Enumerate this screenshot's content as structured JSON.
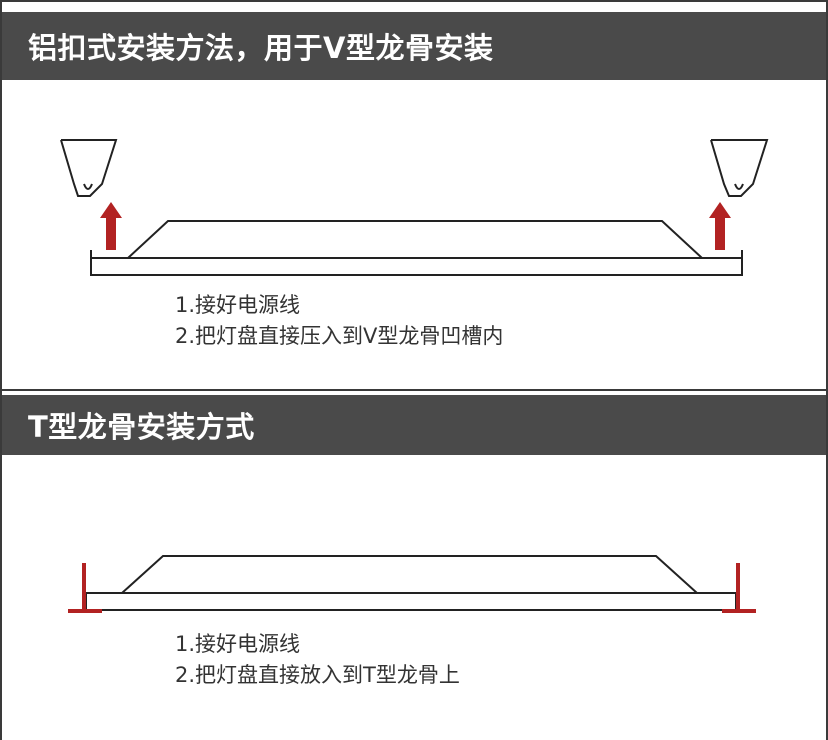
{
  "section_v": {
    "title": "铝扣式安装方法，用于V型龙骨安装",
    "steps": [
      "1.接好电源线",
      "2.把灯盘直接压入到V型龙骨凹槽内"
    ]
  },
  "section_t": {
    "title": "T型龙骨安装方式",
    "steps": [
      "1.接好电源线",
      "2.把灯盘直接放入到T型龙骨上"
    ]
  },
  "colors": {
    "header_bg": "#4a4a4a",
    "accent_red": "#b22222",
    "line": "#222222"
  }
}
